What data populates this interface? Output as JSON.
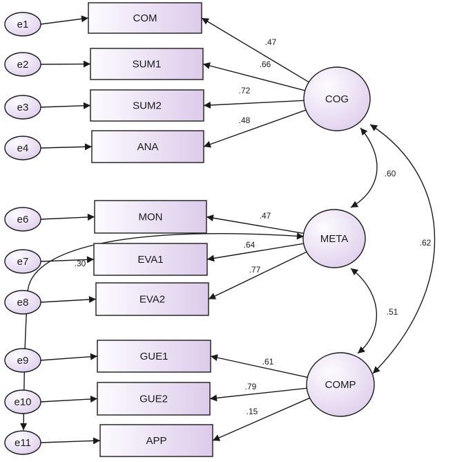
{
  "colors": {
    "node_fill_light": "#fdfbff",
    "node_fill_dark": "#dccbea",
    "stroke": "#1a1a1a",
    "background": "#ffffff"
  },
  "errors": [
    {
      "id": "e1",
      "label": "e1"
    },
    {
      "id": "e2",
      "label": "e2"
    },
    {
      "id": "e3",
      "label": "e3"
    },
    {
      "id": "e4",
      "label": "e4"
    },
    {
      "id": "e6",
      "label": "e6"
    },
    {
      "id": "e7",
      "label": "e7"
    },
    {
      "id": "e8",
      "label": "e8"
    },
    {
      "id": "e9",
      "label": "e9"
    },
    {
      "id": "e10",
      "label": "e10"
    },
    {
      "id": "e11",
      "label": "e11"
    }
  ],
  "indicators": [
    {
      "id": "COM",
      "label": "COM",
      "factor": "COG",
      "error": "e1",
      "loading": ".47"
    },
    {
      "id": "SUM1",
      "label": "SUM1",
      "factor": "COG",
      "error": "e2",
      "loading": ".66"
    },
    {
      "id": "SUM2",
      "label": "SUM2",
      "factor": "COG",
      "error": "e3",
      "loading": ".72"
    },
    {
      "id": "ANA",
      "label": "ANA",
      "factor": "COG",
      "error": "e4",
      "loading": ".48"
    },
    {
      "id": "MON",
      "label": "MON",
      "factor": "META",
      "error": "e6",
      "loading": ".47"
    },
    {
      "id": "EVA1",
      "label": "EVA1",
      "factor": "META",
      "error": "e7",
      "loading": ".64"
    },
    {
      "id": "EVA2",
      "label": "EVA2",
      "factor": "META",
      "error": "e8",
      "loading": ".77"
    },
    {
      "id": "GUE1",
      "label": "GUE1",
      "factor": "COMP",
      "error": "e9",
      "loading": ".61"
    },
    {
      "id": "GUE2",
      "label": "GUE2",
      "factor": "COMP",
      "error": "e10",
      "loading": ".79"
    },
    {
      "id": "APP",
      "label": "APP",
      "factor": "COMP",
      "error": "e11",
      "loading": ".15"
    }
  ],
  "factors": [
    {
      "id": "COG",
      "label": "COG"
    },
    {
      "id": "META",
      "label": "META"
    },
    {
      "id": "COMP",
      "label": "COMP"
    }
  ],
  "correlations": [
    {
      "from": "COG",
      "to": "META",
      "value": ".60"
    },
    {
      "from": "META",
      "to": "COMP",
      "value": ".51"
    },
    {
      "from": "COG",
      "to": "COMP",
      "value": ".62"
    },
    {
      "from": "META",
      "to": "e11",
      "value": ".30"
    }
  ]
}
